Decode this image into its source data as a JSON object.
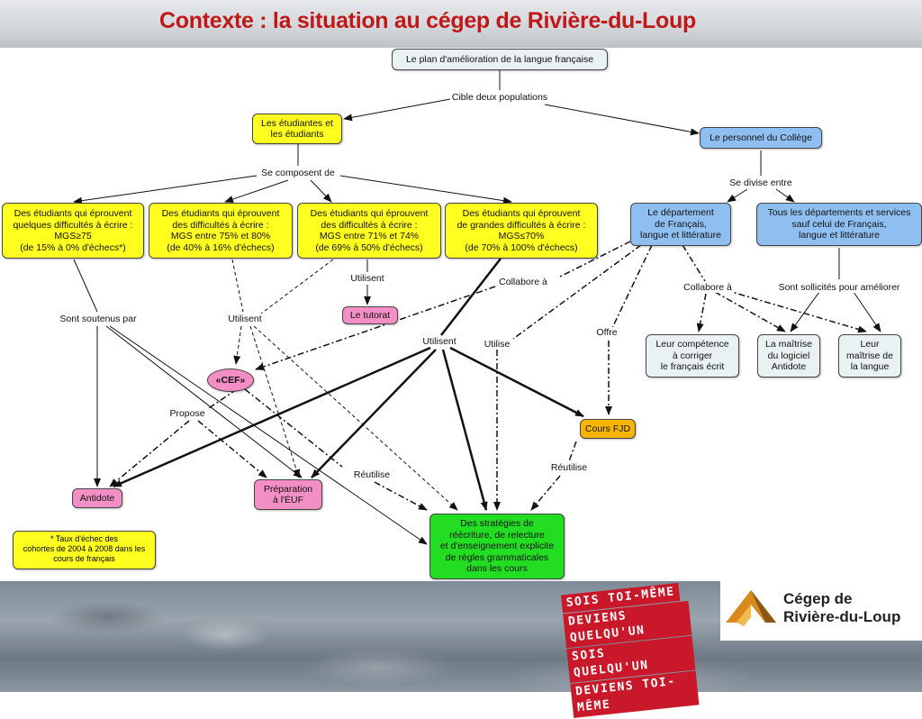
{
  "header": {
    "title": "Contexte : la situation au cégep de Rivière-du-Loup"
  },
  "nodes": {
    "plan": "Le plan d'amélioration de la langue française",
    "etudiants": "Les étudiantes et\nles étudiants",
    "personnel": "Le personnel du Collège",
    "e1": "Des étudiants qui éprouvent\nquelques difficultés à écrire :\nMGS≥75\n(de 15% à 0% d'échecs*)",
    "e2": "Des étudiants qui éprouvent\ndes difficultés à écrire :\nMGS entre 75% et 80%\n(de 40% à 16% d'échecs)",
    "e3": "Des étudiants qui éprouvent\ndes difficultés à écrire :\nMGS entre 71% et 74%\n(de 69% à 50% d'échecs)",
    "e4": "Des étudiants qui éprouvent\nde grandes difficultés à écrire :\nMGS≤70%\n(de 70% à 100% d'échecs)",
    "dept_fr": "Le département\nde Français,\nlangue et littérature",
    "autres_depts": "Tous les départements et services\nsauf celui de Français,\nlangue et littérature",
    "tutorat": "Le tutorat",
    "cef": "«CEF»",
    "competence": "Leur compétence\nà corriger\nle français écrit",
    "antidote_maitrise": "La maîtrise\ndu logiciel\nAntidote",
    "maitrise_langue": "Leur\nmaîtrise de\nla langue",
    "cours_fjd": "Cours FJD",
    "antidote": "Antidote",
    "preparation": "Préparation\nà l'ÉUF",
    "strategies": "Des stratégies de\nréécriture, de relecture\net d'enseignement explicite\nde règles grammaticales\ndans les cours"
  },
  "labels": {
    "cible": "Cible deux populations",
    "composent": "Se composent de",
    "divise": "Se divise entre",
    "utilisent_tutorat": "Utilisent",
    "collabore1": "Collabore à",
    "sont_soutenus": "Sont soutenus par",
    "utilisent_cef": "Utilisent",
    "utilisent_main": "Utilisent",
    "utilise": "Utilise",
    "offre": "Offre",
    "collabore2": "Collabore à",
    "sollicites": "Sont sollicités pour améliorer",
    "propose": "Propose",
    "reutilise1": "Réutilise",
    "reutilise2": "Réutilise"
  },
  "footnote": "* Taux d'échec des\ncohortes de 2004 à 2008 dans les\ncours de français",
  "footer": {
    "slogan": [
      "SOIS TOI-MÊME",
      "DEVIENS QUELQU'UN",
      "SOIS QUELQU'UN",
      "DEVIENS TOI-MÊME"
    ],
    "brand_name": "Cégep de\nRivière-du-Loup"
  },
  "colors": {
    "title": "#c01818",
    "yellow": "#ffff20",
    "blue": "#8fbff0",
    "pink": "#f48fc5",
    "orange": "#f7b500",
    "green": "#22dd22",
    "brand_orange": "#d98a1e"
  }
}
